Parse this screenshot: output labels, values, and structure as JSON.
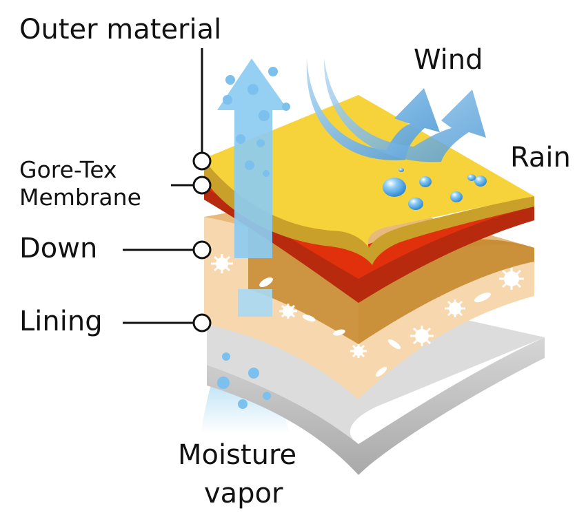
{
  "labels": {
    "outer_material": "Outer material",
    "gore_tex_line1": "Gore-Tex",
    "gore_tex_line2": "Membrane",
    "down": "Down",
    "lining": "Lining",
    "wind": "Wind",
    "rain": "Rain",
    "moisture_line1": "Moisture",
    "moisture_line2": "vapor"
  },
  "icons": [
    "moisture-arrow-icon",
    "wind-arrow-icon",
    "water-drop-icon",
    "down-feather-icon"
  ],
  "colors": {
    "outer": "#f7d33b",
    "outer_edge": "#c9a12a",
    "membrane": "#e0310c",
    "membrane_dark": "#b82a0d",
    "down_top": "#e7b97a",
    "down_front": "#f7d7ae",
    "down_side": "#c58a2e",
    "lining": "#c9c9c9",
    "vapor": "#9fd4f1",
    "wind": "#5aa6dc",
    "drop": "#3e9be0"
  }
}
